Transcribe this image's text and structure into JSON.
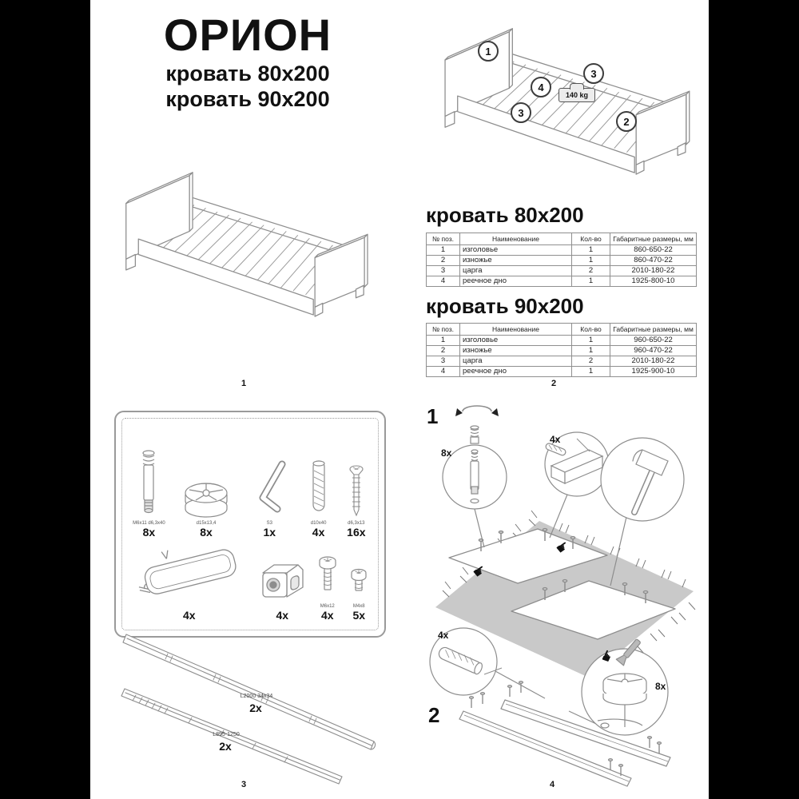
{
  "colors": {
    "paper": "#ffffff",
    "background": "#000000",
    "line": "#8d8d8d",
    "slab": "#c9c9c9"
  },
  "title": {
    "product": "ОРИОН",
    "variant1": "кровать 80x200",
    "variant2": "кровать 90x200"
  },
  "overview": {
    "weight_badge": "140 kg",
    "callouts": {
      "headboard": "1",
      "footboard": "2",
      "rail_top": "3",
      "rail_bottom": "3",
      "slats": "4"
    }
  },
  "sections": [
    {
      "heading": "кровать 80x200",
      "headers": [
        "№ поз.",
        "Наименование",
        "Кол-во",
        "Габаритные размеры, мм"
      ],
      "rows": [
        [
          "1",
          "изголовье",
          "1",
          "860-650-22"
        ],
        [
          "2",
          "изножье",
          "1",
          "860-470-22"
        ],
        [
          "3",
          "царга",
          "2",
          "2010-180-22"
        ],
        [
          "4",
          "реечное дно",
          "1",
          "1925-800-10"
        ]
      ]
    },
    {
      "heading": "кровать 90x200",
      "headers": [
        "№ поз.",
        "Наименование",
        "Кол-во",
        "Габаритные размеры, мм"
      ],
      "rows": [
        [
          "1",
          "изголовье",
          "1",
          "960-650-22"
        ],
        [
          "2",
          "изножье",
          "1",
          "960-470-22"
        ],
        [
          "3",
          "царга",
          "2",
          "2010-180-22"
        ],
        [
          "4",
          "реечное дно",
          "1",
          "1925-900-10"
        ]
      ]
    }
  ],
  "page_numbers": {
    "p1": "1",
    "p2": "2",
    "p3": "3",
    "p4": "4"
  },
  "hardware": {
    "row1": [
      {
        "icon": "cam-bolt",
        "label": "М6х11 d6,3х40",
        "qty": "8x"
      },
      {
        "icon": "cam-lock",
        "label": "d15х13,4",
        "qty": "8x"
      },
      {
        "icon": "hex-key",
        "label": "S3",
        "qty": "1x"
      },
      {
        "icon": "dowel",
        "label": "d10х40",
        "qty": "4x"
      },
      {
        "icon": "confirmat-screw",
        "label": "d6,3х13",
        "qty": "16x"
      }
    ],
    "row2": [
      {
        "icon": "plastic-leg",
        "label": "",
        "qty": "4x"
      },
      {
        "icon": "corner-bracket",
        "label": "",
        "qty": "4x"
      },
      {
        "icon": "bolt",
        "label": "M6x12",
        "qty": "4x"
      },
      {
        "icon": "screw",
        "label": "M4x8",
        "qty": "5x"
      }
    ]
  },
  "rails": [
    {
      "label": "L2000 34x34",
      "qty": "2x"
    },
    {
      "label": "L895-1250",
      "qty": "2x"
    }
  ],
  "steps": [
    {
      "num": "1",
      "inset1_qty": "8x",
      "inset2_qty": "4x"
    },
    {
      "num": "2",
      "inset1_qty": "4x",
      "inset2_qty": "8x"
    }
  ]
}
